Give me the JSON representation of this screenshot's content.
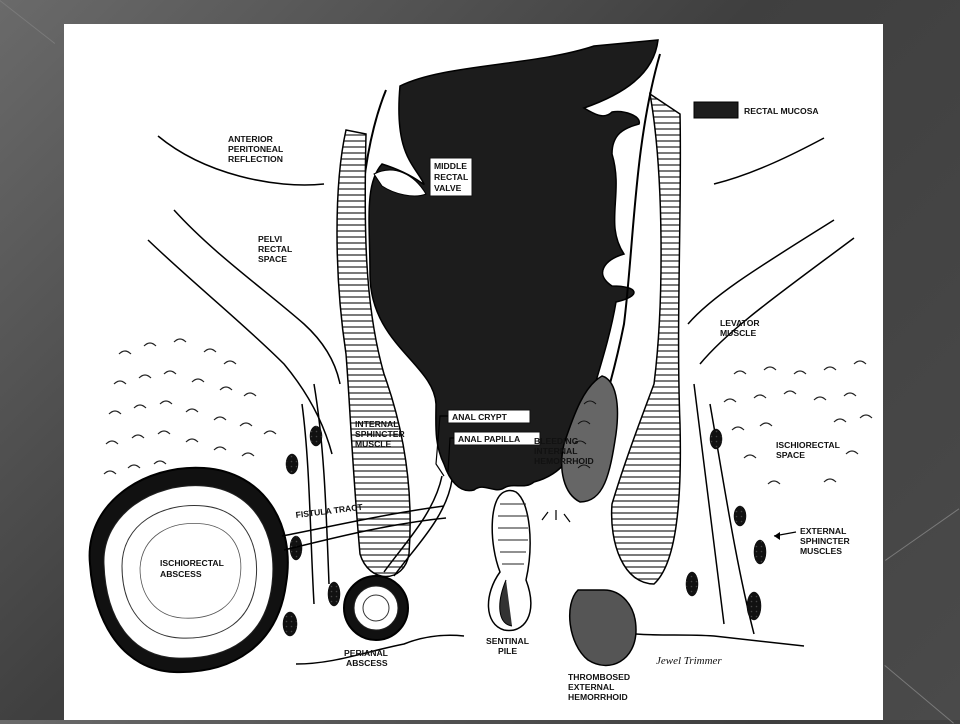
{
  "figure": {
    "labels": {
      "anterior_peritoneal_reflection": [
        "ANTERIOR",
        "PERITONEAL",
        "REFLECTION"
      ],
      "middle_rectal_valve": [
        "MIDDLE",
        "RECTAL",
        "VALVE"
      ],
      "rectal_mucosa": "RECTAL MUCOSA",
      "pelvi_rectal_space": [
        "PELVI",
        "RECTAL",
        "SPACE"
      ],
      "levator_muscle": [
        "LEVATOR",
        "MUSCLE"
      ],
      "internal_sphincter_muscle": [
        "INTERNAL",
        "SPHINCTER",
        "MUSCLE"
      ],
      "anal_crypt": "ANAL CRYPT",
      "anal_papilla": "ANAL PAPILLA",
      "bleeding_internal_hemorrhoid": [
        "BLEEDING",
        "INTERNAL",
        "HEMORRHOID"
      ],
      "ischiorectal_space": [
        "ISCHIORECTAL",
        "SPACE"
      ],
      "fistula_tract": "FISTULA TRACT",
      "external_sphincter_muscles": [
        "EXTERNAL",
        "SPHINCTER",
        "MUSCLES"
      ],
      "ischiorectal_abscess": [
        "ISCHIORECTAL",
        "ABSCESS"
      ],
      "perianal_abscess": [
        "PERIANAL",
        "ABSCESS"
      ],
      "sentinal_pile": [
        "SENTINAL",
        "PILE"
      ],
      "thrombosed_external_hemorrhoid": [
        "THROMBOSED",
        "EXTERNAL",
        "HEMORRHOID"
      ]
    },
    "signature": "Jewel Trimmer"
  }
}
